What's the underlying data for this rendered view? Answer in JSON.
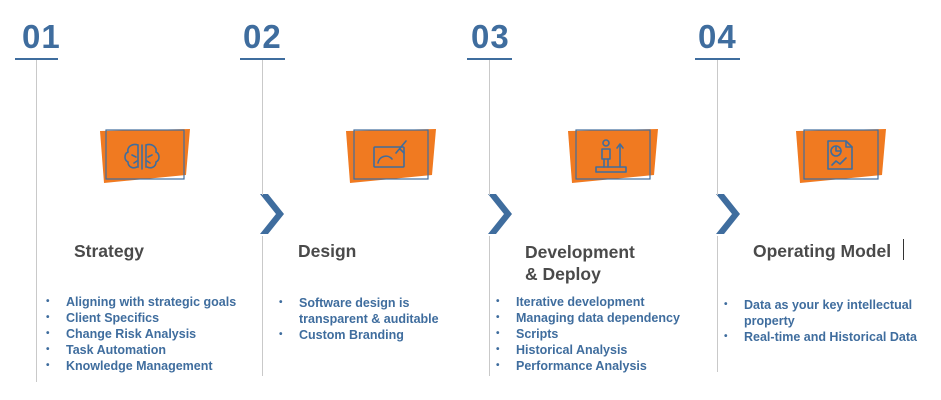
{
  "colors": {
    "accent": "#f07a21",
    "blue": "#3f6d9e",
    "heading": "#4a4a4a"
  },
  "steps": [
    {
      "number": "01",
      "heading_line1": "Strategy",
      "heading_line2": "",
      "icon": "brain-icon",
      "bullets": [
        "Aligning with strategic goals",
        "Client Specifics",
        "Change Risk Analysis",
        "Task Automation",
        "Knowledge Management"
      ]
    },
    {
      "number": "02",
      "heading_line1": "Design",
      "heading_line2": "",
      "icon": "design-board-icon",
      "bullets": [
        "Software design is transparent & auditable",
        "Custom Branding"
      ]
    },
    {
      "number": "03",
      "heading_line1": "Development",
      "heading_line2": "& Deploy",
      "icon": "deploy-person-icon",
      "bullets": [
        "Iterative development",
        "Managing data dependency",
        "Scripts",
        "Historical Analysis",
        "Performance Analysis"
      ]
    },
    {
      "number": "04",
      "heading_line1": "Operating Model",
      "heading_line2": "",
      "icon": "report-chart-icon",
      "bullets": [
        "Data as your key intellectual property",
        "Real-time and Historical Data"
      ]
    }
  ]
}
